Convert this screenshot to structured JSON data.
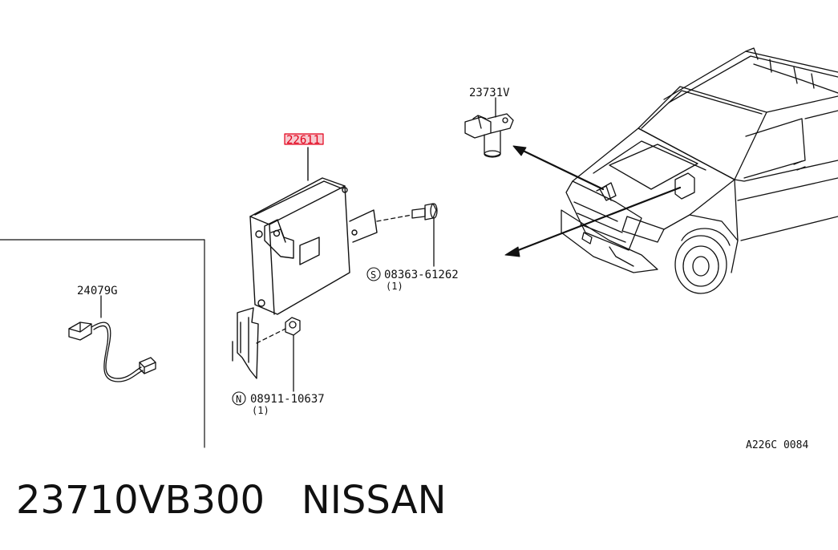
{
  "callouts": {
    "ecu": "22611",
    "sensor": "23731V",
    "harness": "24079G",
    "bolt": {
      "symbol": "S",
      "number": "08363-61262",
      "qty": "(1)"
    },
    "nut": {
      "symbol": "N",
      "number": "08911-10637",
      "qty": "(1)"
    }
  },
  "diagram_code": "A226C 0084",
  "part_number": "23710VB300",
  "brand": "NISSAN",
  "colors": {
    "highlight": "#e2001a",
    "highlight_fill": "#f6c9cf",
    "ink": "#111111"
  }
}
